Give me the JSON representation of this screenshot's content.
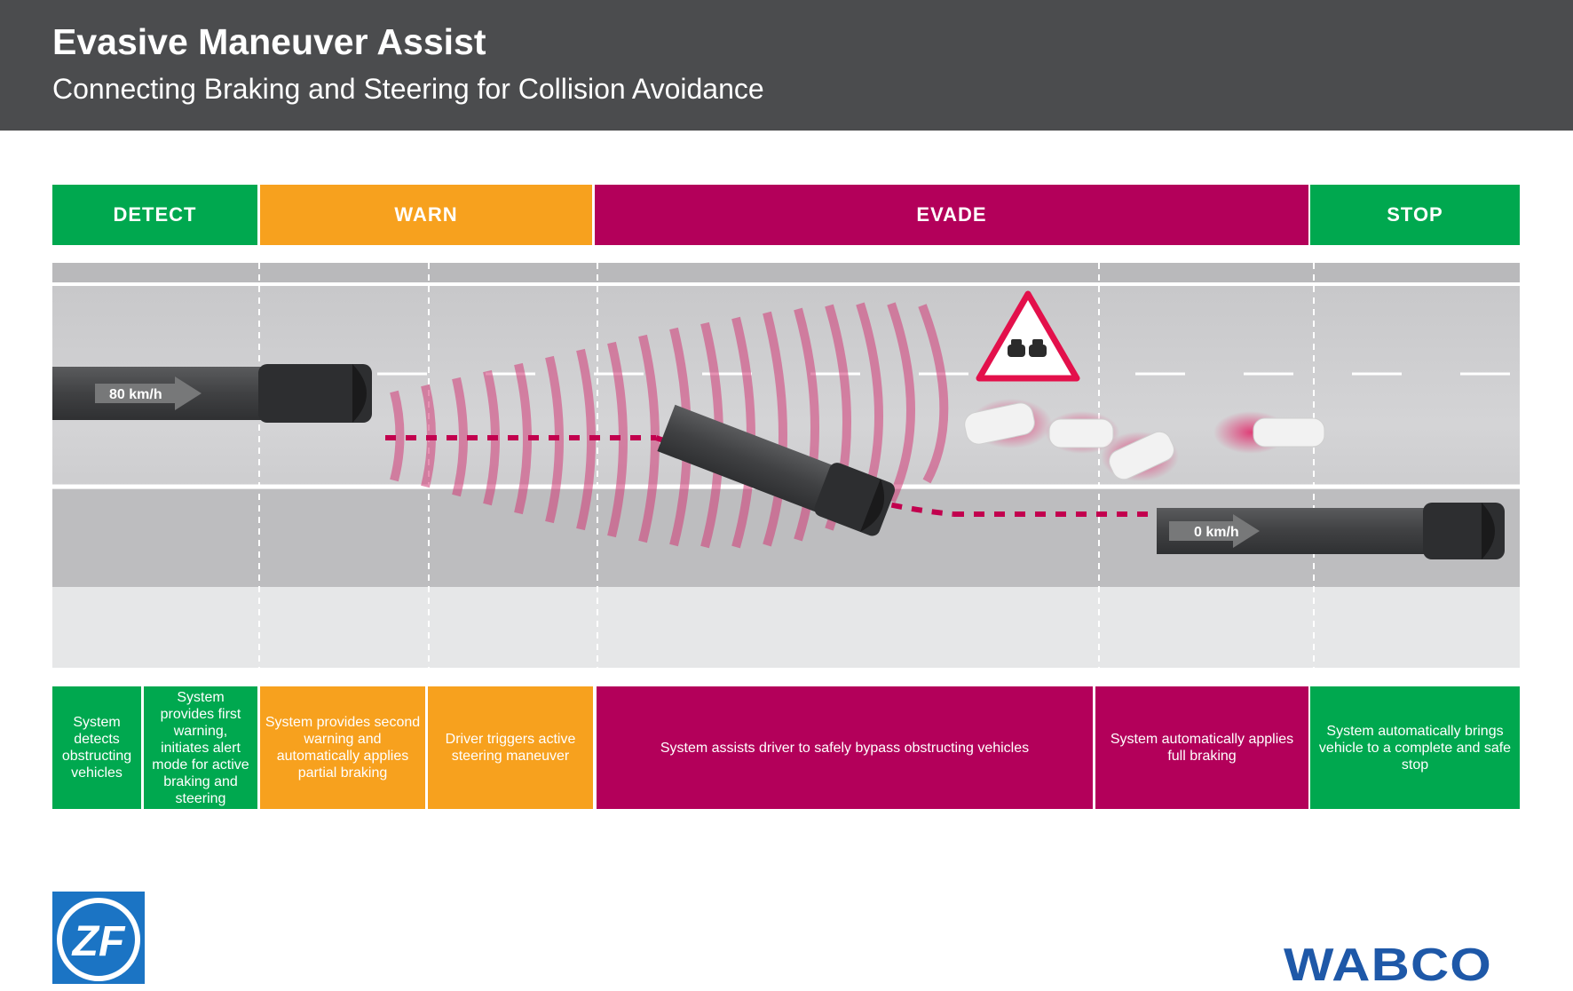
{
  "header": {
    "title": "Evasive Maneuver Assist",
    "subtitle": "Connecting Braking and Steering for Collision Avoidance"
  },
  "colors": {
    "header_bg": "#4b4c4e",
    "green": "#00a84f",
    "orange": "#f7a11e",
    "magenta": "#b3005a"
  },
  "phases": [
    {
      "label": "DETECT",
      "color": "green"
    },
    {
      "label": "WARN",
      "color": "orange"
    },
    {
      "label": "EVADE",
      "color": "magenta"
    },
    {
      "label": "STOP",
      "color": "green"
    }
  ],
  "scene": {
    "speed_start": "80 km/h",
    "speed_end": "0 km/h",
    "warning_icon": "collision-warning-triangle-icon"
  },
  "steps": [
    "System detects obstructing vehicles",
    "System provides first warning, initiates alert mode for active braking and steering",
    "System provides second warning and automatically applies partial braking",
    "Driver triggers active steering maneuver",
    "System assists driver to safely bypass obstructing vehicles",
    "System automatically applies full braking",
    "System automatically brings vehicle to a complete and safe stop"
  ],
  "logos": {
    "zf": "ZF",
    "wabco": "WABCO"
  }
}
